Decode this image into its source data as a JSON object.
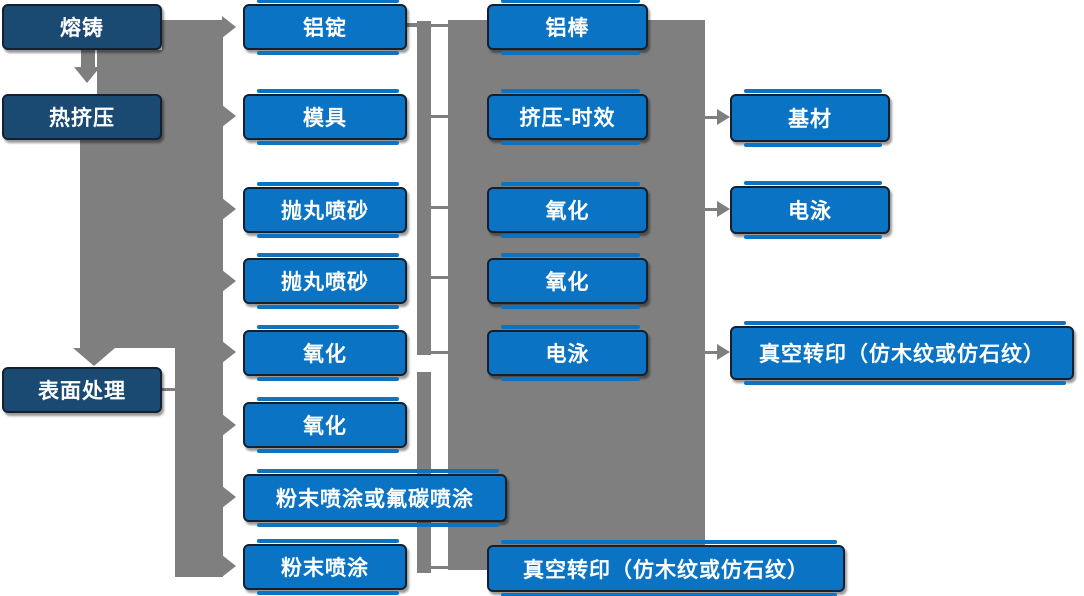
{
  "colors": {
    "box_dark": "#1a4971",
    "box_blue": "#0a73c4",
    "connector": "#7f7f7f",
    "border": "#14202d",
    "text": "#ffffff"
  },
  "columns": {
    "col1": {
      "items": [
        {
          "label": "熔铸"
        },
        {
          "label": "热挤压"
        },
        {
          "label": "表面处理"
        }
      ]
    },
    "col2": {
      "items": [
        {
          "label": "铝锭"
        },
        {
          "label": "模具"
        },
        {
          "label": "抛丸喷砂"
        },
        {
          "label": "抛丸喷砂"
        },
        {
          "label": "氧化"
        },
        {
          "label": "氧化"
        },
        {
          "label": "粉末喷涂或氟碳喷涂"
        },
        {
          "label": "粉末喷涂"
        }
      ]
    },
    "col3": {
      "items": [
        {
          "label": "铝棒"
        },
        {
          "label": "挤压-时效"
        },
        {
          "label": "氧化"
        },
        {
          "label": "氧化"
        },
        {
          "label": "电泳"
        },
        {
          "label": "真空转印（仿木纹或仿石纹）"
        }
      ]
    },
    "col4": {
      "items": [
        {
          "label": "基材"
        },
        {
          "label": "电泳"
        },
        {
          "label": "真空转印（仿木纹或仿石纹）"
        }
      ]
    }
  }
}
